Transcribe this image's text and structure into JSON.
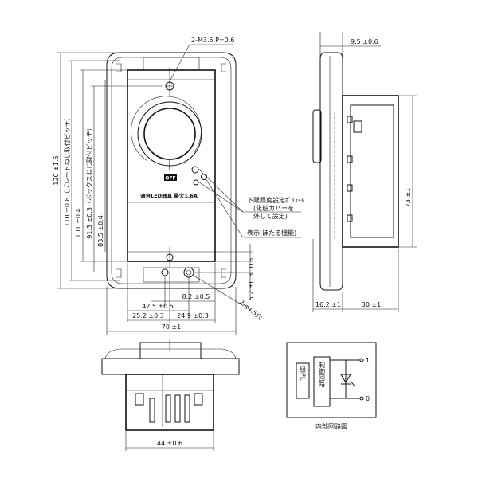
{
  "front": {
    "dim_screw": "2-M3.5 P=0.6",
    "dim_height_total": "120 ±1.6",
    "dim_plate_pitch": "110 ±0.8（プレートねじ取付ピッチ）",
    "dim_101": "101 ±0.4",
    "dim_box_pitch": "91.3 ±0.3（ボックスねじ取付ピッチ）",
    "dim_83": "83.5 ±0.4",
    "dim_05": "0.5",
    "dim_52": "5.2 ±0.3",
    "dim_82": "8.2 ±0.5",
    "dim_425": "42.5 ±0.5",
    "dim_252": "25.2 ±0.3",
    "dim_249": "24.9 ±0.3",
    "dim_hole": "2-φ4.5穴",
    "dim_width": "70 ±1",
    "off_label": "OFF",
    "body_label": "適合LED器具  最大1.6A",
    "callout_lower_limit_1": "下限照度設定ﾎﾞﾘｭｰﾑ",
    "callout_lower_limit_2": "(化粧カバーを",
    "callout_lower_limit_3": "外して設定)",
    "callout_indicator": "表示(ほたる機能)"
  },
  "side": {
    "dim_95": "9.5 ±0.6",
    "dim_73": "73 ±1",
    "dim_162": "16.2 ±1",
    "dim_30": "30 ±1"
  },
  "bottom": {
    "dim_44": "44 ±0.6"
  },
  "circuit": {
    "terminal_1": "1",
    "terminal_0": "0",
    "green_pl": "緑PL",
    "control_circuit": "制御回路",
    "caption": "内部回路図"
  }
}
